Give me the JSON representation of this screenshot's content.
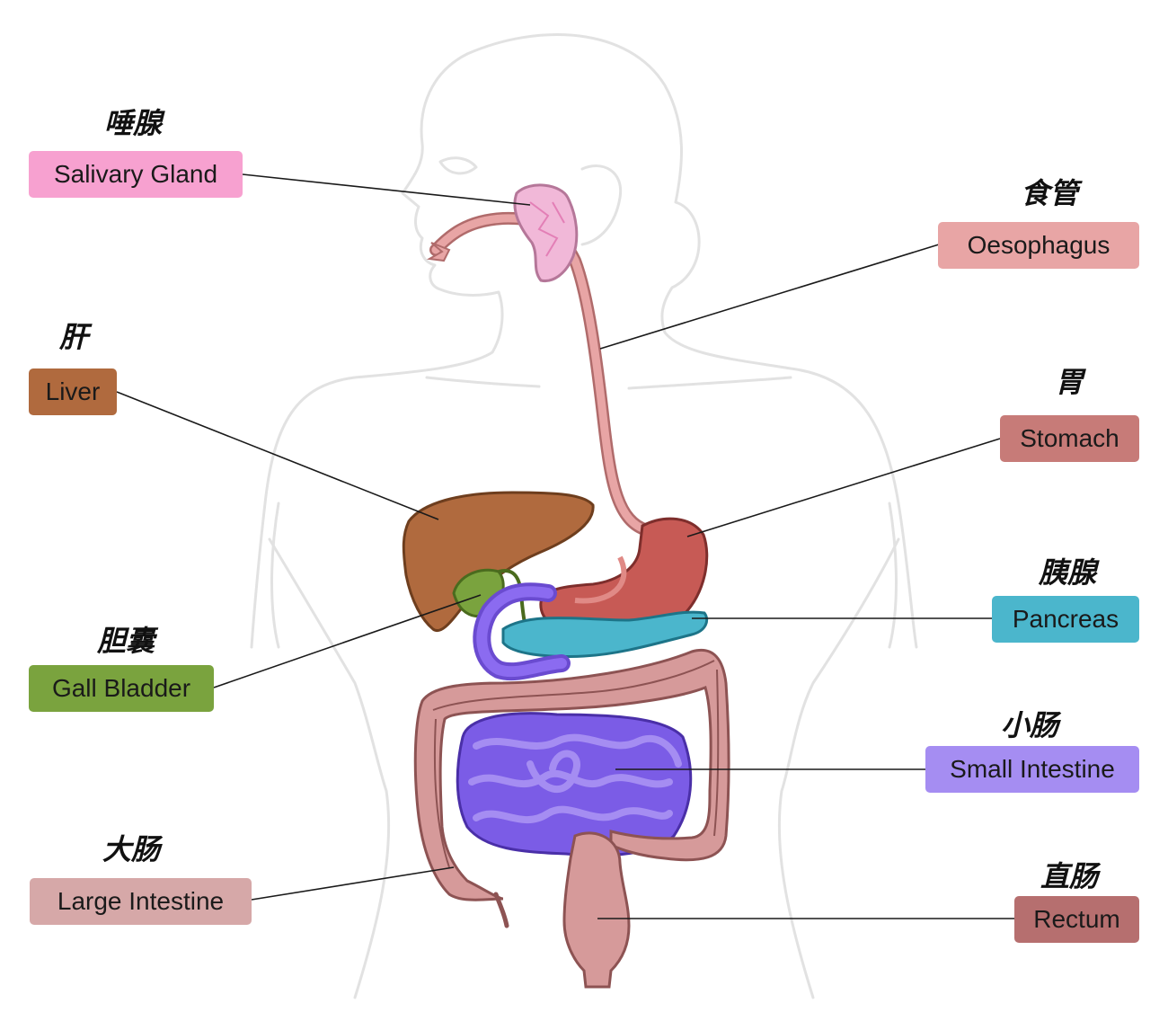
{
  "colors": {
    "salivary": "#f7a1d0",
    "oesophagus": "#e8a5a5",
    "liver": "#b06a3e",
    "stomach": "#c77b78",
    "gall_bladder": "#7aa33e",
    "pancreas": "#4bb6cc",
    "small_intestine": "#a58df2",
    "large_intestine": "#d6a8a8",
    "rectum": "#b66f6f"
  },
  "labels": {
    "salivary": {
      "cn": "唾腺",
      "en": "Salivary Gland"
    },
    "oesophagus": {
      "cn": "食管",
      "en": "Oesophagus"
    },
    "liver": {
      "cn": "肝",
      "en": "Liver"
    },
    "stomach": {
      "cn": "胃",
      "en": "Stomach"
    },
    "gall_bladder": {
      "cn": "胆囊",
      "en": "Gall Bladder"
    },
    "pancreas": {
      "cn": "胰腺",
      "en": "Pancreas"
    },
    "small_intestine": {
      "cn": "小肠",
      "en": "Small Intestine"
    },
    "large_intestine": {
      "cn": "大肠",
      "en": "Large Intestine"
    },
    "rectum": {
      "cn": "直肠",
      "en": "Rectum"
    }
  }
}
